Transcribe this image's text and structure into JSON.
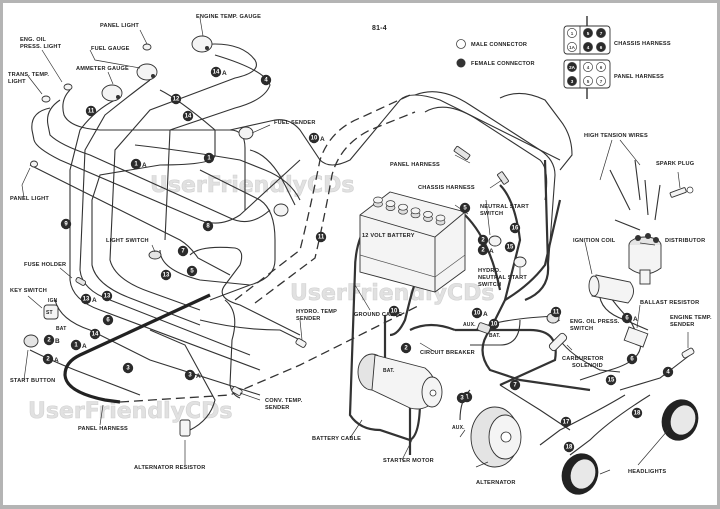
{
  "page": {
    "figure_id": "81-4"
  },
  "legend": {
    "male_connector": "MALE CONNECTOR",
    "female_connector": "FEMALE CONNECTOR",
    "chassis_harness": "CHASSIS HARNESS",
    "panel_harness": "PANEL HARNESS",
    "chassis_pins": [
      "1",
      "5",
      "7",
      "1A",
      "4",
      "6"
    ],
    "panel_pins": [
      "2A",
      "4",
      "6",
      "3",
      "5",
      "7"
    ]
  },
  "watermark": "UserFriendlyCDs",
  "labels": {
    "panel_light_top": "PANEL LIGHT",
    "engine_temp_gauge": "ENGINE TEMP. GAUGE",
    "eng_oil_press_light_1": "ENG. OIL",
    "eng_oil_press_light_2": "PRESS. LIGHT",
    "fuel_gauge": "FUEL GAUGE",
    "ammeter_gauge": "AMMETER GAUGE",
    "trans_temp_light_1": "TRANS. TEMP.",
    "trans_temp_light_2": "LIGHT",
    "fuel_sender": "FUEL SENDER",
    "panel_light_left": "PANEL LIGHT",
    "light_switch": "LIGHT SWITCH",
    "fuse_holder": "FUSE HOLDER",
    "key_switch": "KEY SWITCH",
    "ign": "IGN",
    "st": "ST",
    "bat_key": "BAT",
    "start_button": "START BUTTON",
    "panel_harness_bottom": "PANEL HARNESS",
    "alternator_resistor": "ALTERNATOR RESISTOR",
    "conv_temp_sender_1": "CONV. TEMP.",
    "conv_temp_sender_2": "SENDER",
    "hydro_temp_sender_1": "HYDRO. TEMP",
    "hydro_temp_sender_2": "SENDER",
    "panel_harness_mid": "PANEL HARNESS",
    "chassis_harness_mid": "CHASSIS HARNESS",
    "battery": "12 VOLT BATTERY",
    "ground_cable": "GROUND CABLE",
    "battery_cable": "BATTERY CABLE",
    "starter_motor": "STARTER MOTOR",
    "circuit_breaker": "CIRCUIT BREAKER",
    "aux_cb": "AUX.",
    "bat_cb": "BAT.",
    "bat_starter": "BAT.",
    "neutral_start_switch_1": "NEUTRAL START",
    "neutral_start_switch_2": "SWITCH",
    "hydro_neutral_1": "HYDRO.",
    "hydro_neutral_2": "NEUTRAL START",
    "hydro_neutral_3": "SWITCH",
    "high_tension_wires": "HIGH TENSION WIRES",
    "spark_plug": "SPARK PLUG",
    "ignition_coil": "IGNITION COIL",
    "distributor": "DISTRIBUTOR",
    "ballast_resistor": "BALLAST RESISTOR",
    "eng_oil_press_switch_1": "ENG. OIL PRESS.",
    "eng_oil_press_switch_2": "SWITCH",
    "engine_temp_sender_1": "ENGINE TEMP.",
    "engine_temp_sender_2": "SENDER",
    "carburetor_solenoid_1": "CARBURETOR",
    "carburetor_solenoid_2": "SOLENOID",
    "alternator": "ALTERNATOR",
    "aux_alt": "AUX.",
    "headlights": "HEADLIGHTS"
  },
  "wire_tags": [
    {
      "n": "14",
      "s": "A"
    },
    {
      "n": "4",
      "s": ""
    },
    {
      "n": "12",
      "s": ""
    },
    {
      "n": "11",
      "s": ""
    },
    {
      "n": "14",
      "s": ""
    },
    {
      "n": "10",
      "s": "A"
    },
    {
      "n": "1",
      "s": "A"
    },
    {
      "n": "1",
      "s": ""
    },
    {
      "n": "9",
      "s": ""
    },
    {
      "n": "8",
      "s": ""
    },
    {
      "n": "11",
      "s": ""
    },
    {
      "n": "7",
      "s": ""
    },
    {
      "n": "5",
      "s": ""
    },
    {
      "n": "13",
      "s": ""
    },
    {
      "n": "13",
      "s": "A"
    },
    {
      "n": "13",
      "s": ""
    },
    {
      "n": "6",
      "s": ""
    },
    {
      "n": "14",
      "s": ""
    },
    {
      "n": "2",
      "s": "B"
    },
    {
      "n": "1",
      "s": "A"
    },
    {
      "n": "2",
      "s": "A"
    },
    {
      "n": "3",
      "s": ""
    },
    {
      "n": "3",
      "s": "A"
    },
    {
      "n": "5",
      "s": ""
    },
    {
      "n": "2",
      "s": ""
    },
    {
      "n": "2",
      "s": "A"
    },
    {
      "n": "16",
      "s": ""
    },
    {
      "n": "15",
      "s": ""
    },
    {
      "n": "10",
      "s": "A"
    },
    {
      "n": "10",
      "s": ""
    },
    {
      "n": "10",
      "s": ""
    },
    {
      "n": "2",
      "s": ""
    },
    {
      "n": "11",
      "s": ""
    },
    {
      "n": "6",
      "s": "A"
    },
    {
      "n": "6",
      "s": ""
    },
    {
      "n": "15",
      "s": ""
    },
    {
      "n": "4",
      "s": ""
    },
    {
      "n": "7",
      "s": ""
    },
    {
      "n": "1",
      "s": ""
    },
    {
      "n": "3",
      "s": ""
    },
    {
      "n": "17",
      "s": ""
    },
    {
      "n": "18",
      "s": ""
    },
    {
      "n": "18",
      "s": ""
    }
  ]
}
